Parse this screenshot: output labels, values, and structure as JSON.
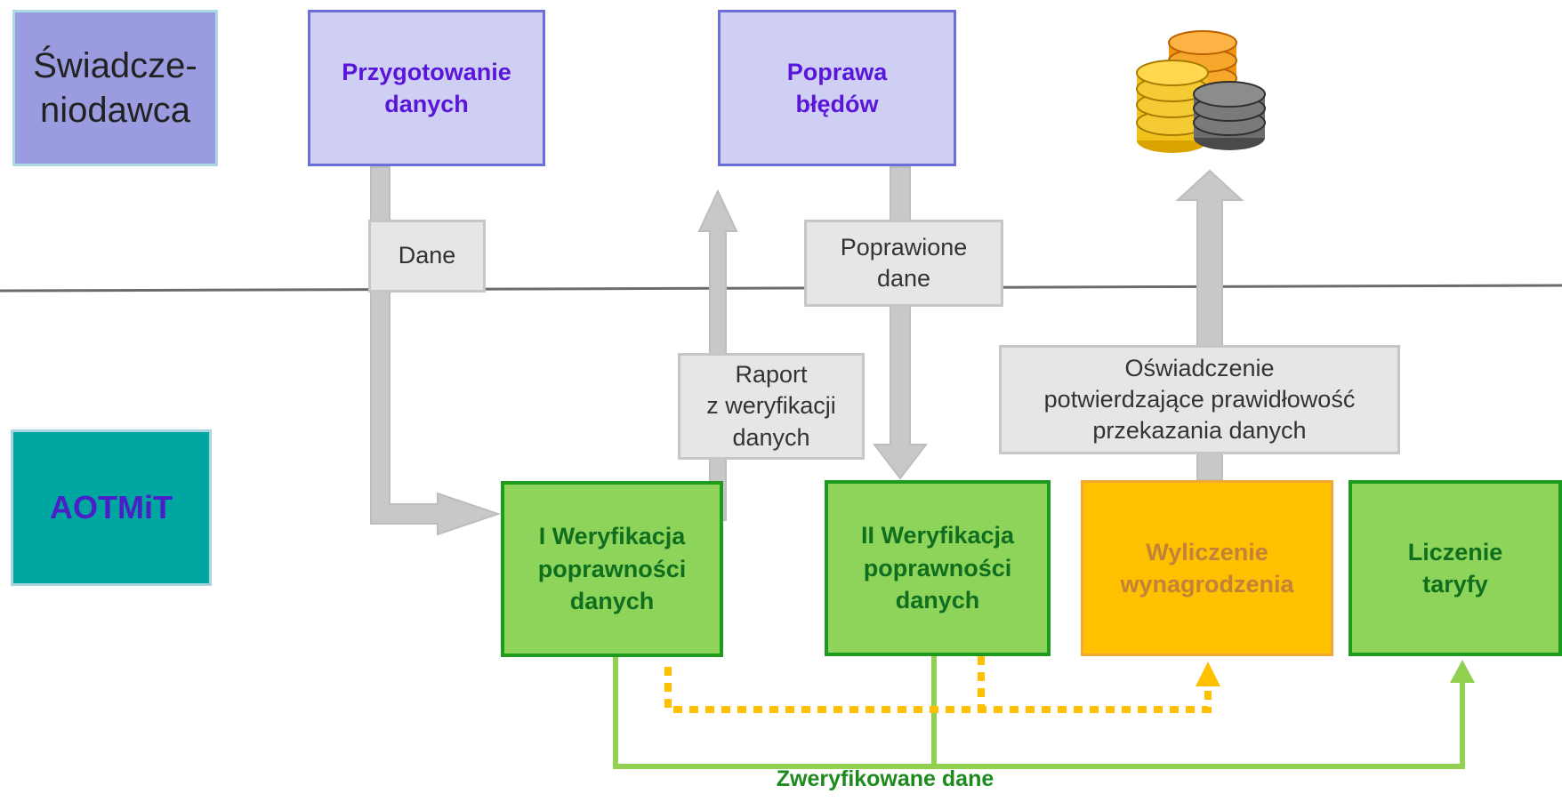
{
  "roles": {
    "provider": "Świadcze-\nniodawca",
    "agency": "AOTMiT"
  },
  "provider_steps": {
    "prepare": "Przygotowanie\ndanych",
    "fix": "Poprawa\nbłędów"
  },
  "flow_labels": {
    "data": "Dane",
    "corrected": "Poprawione\ndane",
    "report": "Raport\nz weryfikacji\ndanych",
    "statement": "Oświadczenie\npotwierdzające prawidłowość\nprzekazania danych"
  },
  "agency_steps": {
    "verify1": "I Weryfikacja\npoprawności\ndanych",
    "verify2": "II Weryfikacja\npoprawności\ndanych",
    "remuneration": "Wyliczenie\nwynagrodzenia",
    "tariff": "Liczenie\ntaryfy"
  },
  "bottom_label": "Zweryfikowane dane",
  "icons": {
    "coins": "coins-icon"
  },
  "colors": {
    "provider_role": "#9b9be0",
    "agency_role": "#00a6a0",
    "agency_text": "#4b1fc8",
    "provider_step_fill": "#cfcff3",
    "provider_step_text": "#5a16d8",
    "verify_fill": "#8fd45a",
    "verify_border": "#1e9a1e",
    "remuneration_fill": "#ffc000",
    "arrow_gray": "#c8c8c8",
    "verified_line": "#92d050",
    "dotted_line": "#ffc000"
  }
}
